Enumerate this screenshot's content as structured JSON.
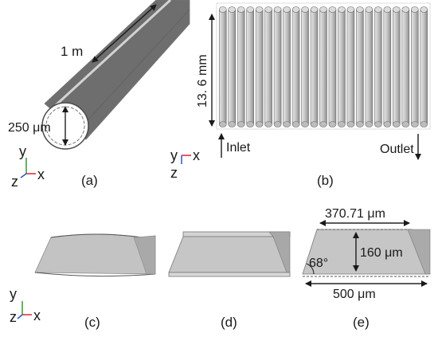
{
  "panels": {
    "a": {
      "label": "(a)",
      "length_label": "1 m",
      "diameter_label": "250 μm",
      "axes": {
        "vertical": "y",
        "horizontal": "x",
        "depth": "z"
      }
    },
    "b": {
      "label": "(b)",
      "height_label": "13. 6 mm",
      "inlet_label": "Inlet",
      "outlet_label": "Outlet",
      "channel_count": 23,
      "axes": {
        "vertical": "y",
        "horizontal": "x",
        "depth": "z"
      }
    },
    "c": {
      "label": "(c)",
      "axes": {
        "vertical": "y",
        "horizontal": "x",
        "depth": "z"
      }
    },
    "d": {
      "label": "(d)"
    },
    "e": {
      "label": "(e)",
      "top_width_label": "370.71 μm",
      "height_label": "160 μm",
      "angle_label": "68°",
      "bottom_width_label": "500 μm"
    }
  },
  "colors": {
    "axis_y": "#2e9e2e",
    "axis_x": "#d2283c",
    "axis_z": "#2a55c8",
    "surface": "#c8c8c8"
  }
}
